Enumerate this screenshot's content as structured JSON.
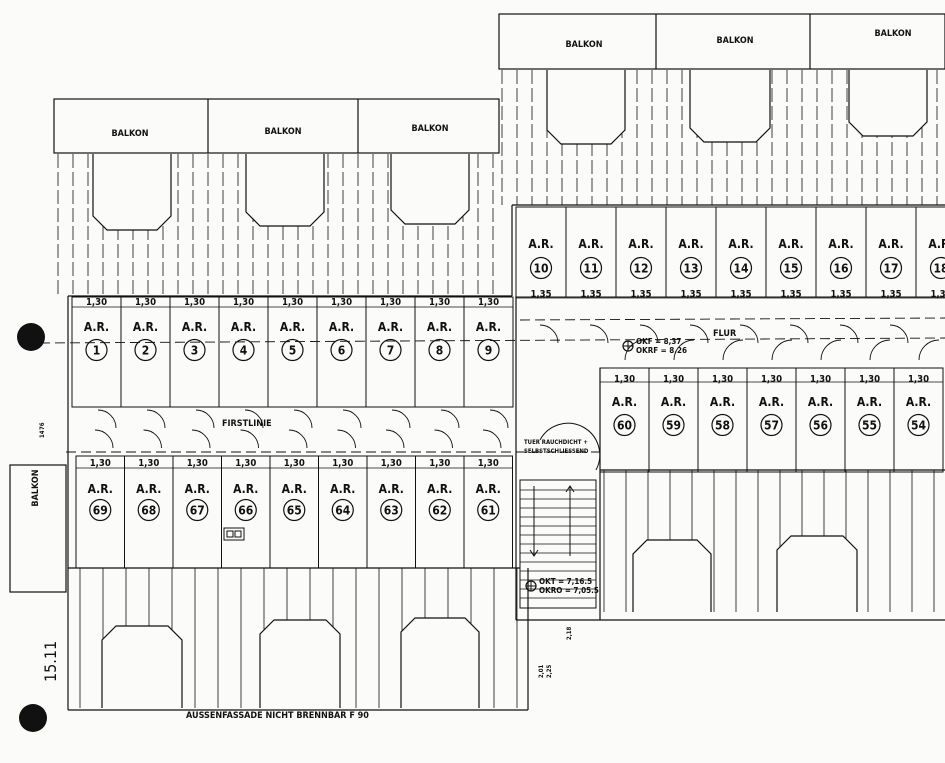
{
  "labels": {
    "room_prefix": "A.R.",
    "balcony": "BALKON",
    "first_line": "FIRSTLINIE",
    "hall": "FLUR",
    "door_note_1": "TUER RAUCHDICHT +",
    "door_note_2": "SELBSTSCHLIESSEND",
    "facade_note": "AUSSENFASSADE NICHT BRENNBAR F 90",
    "margin_date": "15.11",
    "level_1a": "OKF = 8,37",
    "level_1b": "OKRF = 8,26",
    "level_2a": "OKT = 7,16.5",
    "level_2b": "OKRO = 7,05.5",
    "stair_dim_1": "2,01",
    "stair_dim_2": "2,25",
    "stair_dim_3": "2,18",
    "dim_76": "76",
    "dim_14": "14"
  },
  "dimension_130": "1,30",
  "dimension_135": "1,35",
  "row_top_left": [
    "1",
    "2",
    "3",
    "4",
    "5",
    "6",
    "7",
    "8",
    "9"
  ],
  "row_top_right": [
    "10",
    "11",
    "12",
    "13",
    "14",
    "15",
    "16",
    "17",
    "18"
  ],
  "row_bottom_left": [
    "69",
    "68",
    "67",
    "66",
    "65",
    "64",
    "63",
    "62",
    "61"
  ],
  "row_middle_right": [
    "60",
    "59",
    "58",
    "57",
    "56",
    "55",
    "54"
  ]
}
